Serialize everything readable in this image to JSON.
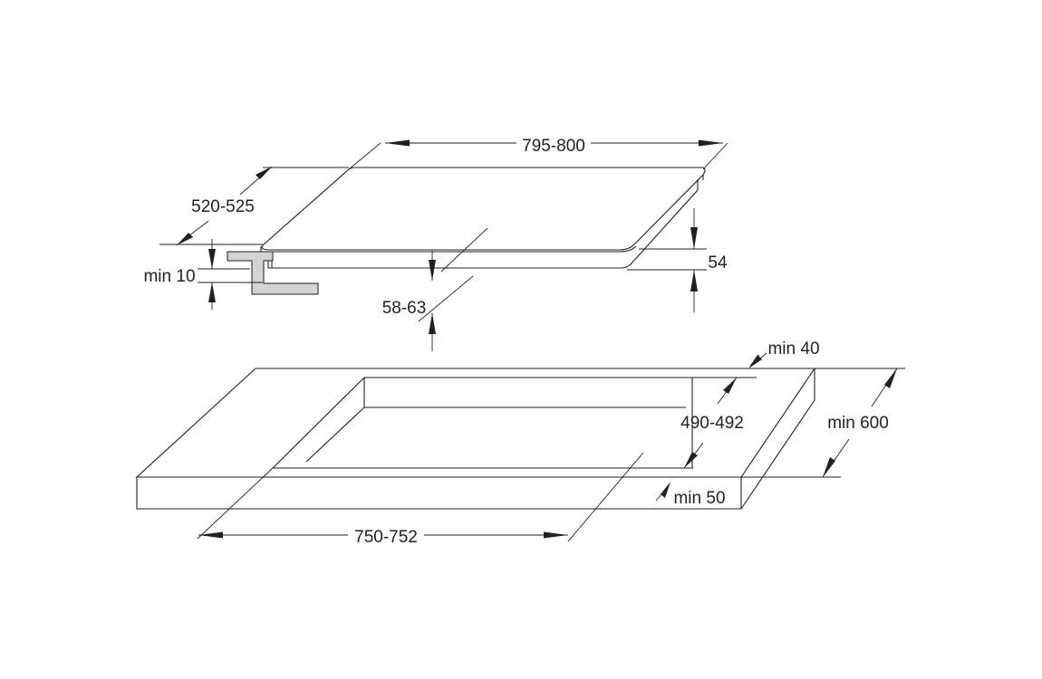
{
  "hob": {
    "width_dim": "795-800",
    "depth_dim": "520-525",
    "height_dim": "54",
    "overhang_dim": "58-63",
    "clearance_dim": "min 10"
  },
  "worktop": {
    "cutout_width_dim": "750-752",
    "cutout_depth_dim": "490-492",
    "back_margin_dim": "min 40",
    "front_margin_dim": "min 50",
    "worktop_depth_dim": "min 600"
  },
  "colors": {
    "line": "#231f20",
    "bracket_fill": "#d1d3d4"
  }
}
